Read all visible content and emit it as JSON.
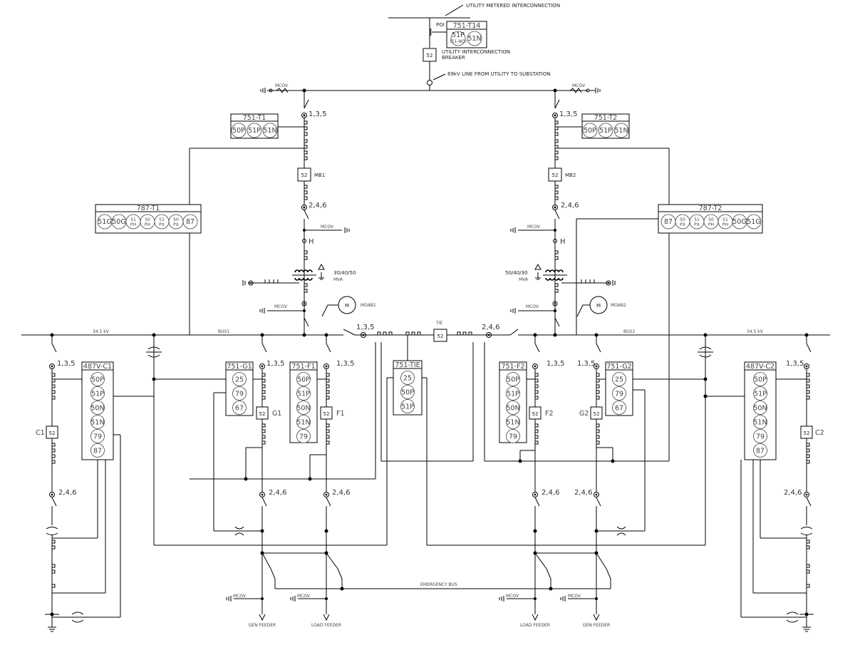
{
  "colors": {
    "line": "#000000",
    "relay_text": "#444444",
    "background": "#ffffff"
  },
  "utility": {
    "metered_label": "UTILITY METERED INTERCONNECTION",
    "poi_label": "POI",
    "relay_title": "751-T14",
    "relay_funcs": [
      "51P",
      "51N"
    ],
    "relay_sub": "(51-NG)",
    "breaker_num": "52",
    "breaker_label_1": "UTILITY INTERCONNECTION",
    "breaker_label_2": "BREAKER",
    "line_label": "69kV LINE FROM UTILITY TO SUBSTATION",
    "mcov_left": "MCOV",
    "mcov_right": "MCOV"
  },
  "left_xfmr": {
    "relay751_title": "751-T1",
    "relay751_funcs": [
      "50P",
      "51P",
      "51N"
    ],
    "sw_top": "1,3,5",
    "sw_bot": "2,4,6",
    "breaker_num": "52",
    "breaker_label": "MB1",
    "relay787_title": "787-T1",
    "relay787_funcs": [
      [
        "51G"
      ],
      [
        "50G"
      ],
      [
        "51",
        "PH"
      ],
      [
        "50",
        "PH"
      ],
      [
        "51",
        "PX"
      ],
      [
        "50",
        "PX"
      ],
      [
        "87"
      ]
    ],
    "mcov_top": "MCOV",
    "h_label": "H",
    "rating": "30/40/50",
    "rating_unit": "MVA",
    "mcov_bot": "MCOV",
    "motor": "M",
    "motor_label": "MOAB1"
  },
  "right_xfmr": {
    "relay751_title": "751-T2",
    "relay751_funcs": [
      "50P",
      "51P",
      "51N"
    ],
    "sw_top": "1,3,5",
    "sw_bot": "2,4,6",
    "breaker_num": "52",
    "breaker_label": "MB2",
    "relay787_title": "787-T2",
    "relay787_funcs": [
      [
        "87"
      ],
      [
        "50",
        "PX"
      ],
      [
        "51",
        "PX"
      ],
      [
        "50",
        "PH"
      ],
      [
        "51",
        "PH"
      ],
      [
        "50G"
      ],
      [
        "51G"
      ]
    ],
    "mcov_top": "MCOV",
    "h_label": "H",
    "rating": "50/40/30",
    "rating_unit": "MVA",
    "mcov_bot": "MCOV",
    "motor": "M",
    "motor_label": "MOAB2"
  },
  "bus": {
    "voltage_left": "34.5 kV",
    "voltage_right": "34.5 kV",
    "bus1": "BUS1",
    "bus2": "BUS2",
    "tie_label": "TIE",
    "tie_breaker": "52",
    "tie_sw_left": "1,3,5",
    "tie_sw_right": "2,4,6"
  },
  "relays": {
    "c1": {
      "title": "487V-C1",
      "funcs": [
        "50P",
        "51P",
        "50N",
        "51N",
        "79",
        "87"
      ]
    },
    "g1": {
      "title": "751-G1",
      "funcs": [
        "25",
        "79",
        "67"
      ]
    },
    "f1": {
      "title": "751-F1",
      "funcs": [
        "50P",
        "51P",
        "50N",
        "51N",
        "79"
      ]
    },
    "tie": {
      "title": "751-TIE",
      "funcs": [
        "25",
        "50P",
        "51P"
      ]
    },
    "f2": {
      "title": "751-F2",
      "funcs": [
        "50P",
        "51P",
        "50N",
        "51N",
        "79"
      ]
    },
    "g2": {
      "title": "751-G2",
      "funcs": [
        "25",
        "79",
        "67"
      ]
    },
    "c2": {
      "title": "487V-C2",
      "funcs": [
        "50P",
        "51P",
        "50N",
        "51N",
        "79",
        "87"
      ]
    }
  },
  "feeders": {
    "c1": {
      "breaker_num": "52",
      "breaker_label": "C1",
      "sw_top": "1,3,5",
      "sw_bot": "2,4,6"
    },
    "g1": {
      "breaker_num": "52",
      "breaker_label": "G1",
      "sw_top": "1,3,5",
      "sw_bot": "2,4,6"
    },
    "f1": {
      "breaker_num": "52",
      "breaker_label": "F1",
      "sw_top": "1,3,5",
      "sw_bot": "2,4,6"
    },
    "f2": {
      "breaker_num": "52",
      "breaker_label": "F2",
      "sw_top": "1,3,5",
      "sw_bot": "2,4,6"
    },
    "g2": {
      "breaker_num": "52",
      "breaker_label": "G2",
      "sw_top": "1,3,5",
      "sw_bot": "2,4,6"
    },
    "c2": {
      "breaker_num": "52",
      "breaker_label": "C2",
      "sw_top": "1,3,5",
      "sw_bot": "2,4,6"
    }
  },
  "bottom": {
    "emergency_bus": "EMERGENCY BUS",
    "gen_feeder_left": "GEN FEEDER",
    "load_feeder_left": "LOAD FEEDER",
    "load_feeder_right": "LOAD FEEDER",
    "gen_feeder_right": "GEN FEEDER",
    "mcov": [
      "MCOV",
      "MCOV",
      "MCOV",
      "MCOV"
    ]
  }
}
